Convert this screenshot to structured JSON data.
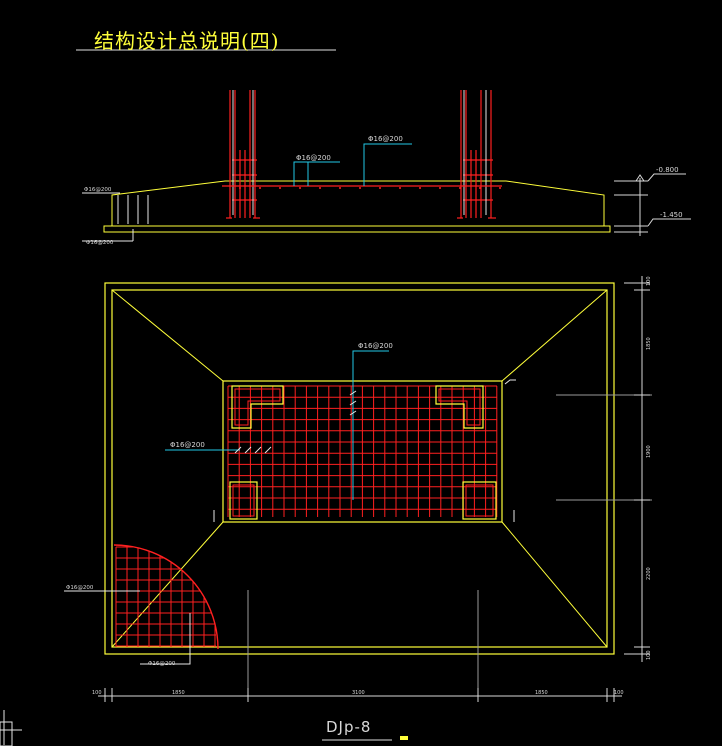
{
  "sheet": {
    "title": "结构设计总说明(四)",
    "drawing_label": "DJp-8"
  },
  "section": {
    "callouts": {
      "rebar_top_1": "Φ16@200",
      "rebar_top_2": "Φ16@200",
      "left_upper": "Φ16@200",
      "left_lower": "Φ16@200"
    },
    "elevations": {
      "top": "-0.800",
      "bottom": "-1.450"
    }
  },
  "plan": {
    "callouts": {
      "vertical_bars": "Φ16@200",
      "horizontal_bars": "Φ16@200",
      "quarter_upper": "Φ16@200",
      "quarter_lower": "Φ16@200"
    },
    "dims_bottom": [
      "100",
      "1850",
      "3100",
      "1850",
      "100"
    ],
    "dims_right": [
      "100",
      "1850",
      "1900",
      "2200",
      "100"
    ]
  },
  "colors": {
    "background": "#000000",
    "outline": "#ffff3a",
    "rebar": "#ff2020",
    "leader": "#22c8e6",
    "dimension": "#d8d8d8"
  }
}
